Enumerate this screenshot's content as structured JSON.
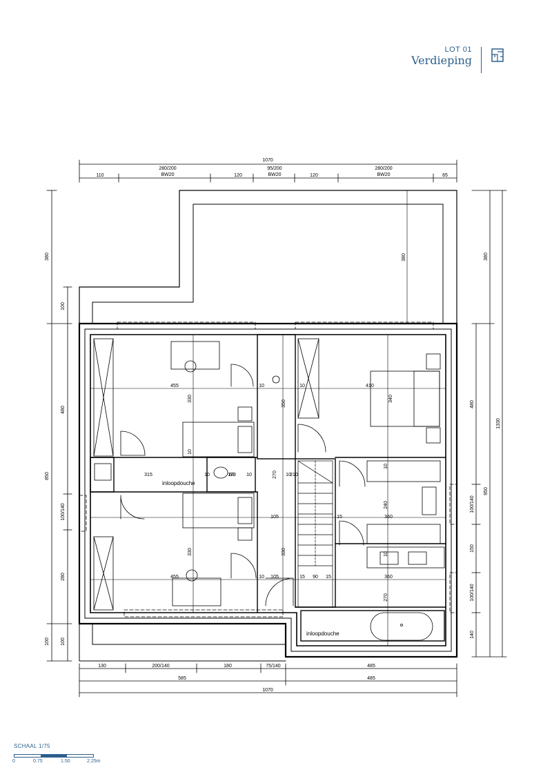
{
  "header": {
    "lot": "LOT 01",
    "title": "Verdieping",
    "icon": "floorplan-icon",
    "color": "#2d5f8c"
  },
  "dimensions": {
    "top_total": "1070",
    "top_segments": [
      "110",
      "280/200",
      "BW20",
      "120",
      "95/200",
      "BW20",
      "120",
      "280/200",
      "BW20",
      "65"
    ],
    "bottom_row1": [
      "130",
      "200/140",
      "180",
      "75/140",
      "485"
    ],
    "bottom_row2": [
      "585",
      "485"
    ],
    "bottom_total": "1070",
    "left_outer": [
      "380",
      "850",
      "100"
    ],
    "left_inner": [
      "100",
      "480",
      "100/140",
      "280",
      "100"
    ],
    "right_inner": [
      "380",
      "480",
      "100/140",
      "150",
      "100/140",
      "140"
    ],
    "right_middle": "950",
    "right_outer": "1330"
  },
  "rooms": {
    "labels": [
      "inloopdouche",
      "inloopdouche"
    ],
    "measurements": [
      "455",
      "330",
      "10",
      "10",
      "350",
      "10",
      "410",
      "340",
      "315",
      "10",
      "170",
      "60",
      "10",
      "270",
      "10",
      "210",
      "10",
      "105",
      "15",
      "240",
      "360",
      "330",
      "455",
      "10",
      "105",
      "330",
      "15",
      "90",
      "15",
      "360",
      "270",
      "10",
      "380"
    ]
  },
  "scale": {
    "label": "SCHAAL 1/75",
    "ticks": [
      "0",
      "0.75",
      "1.50",
      "2.25m"
    ]
  }
}
